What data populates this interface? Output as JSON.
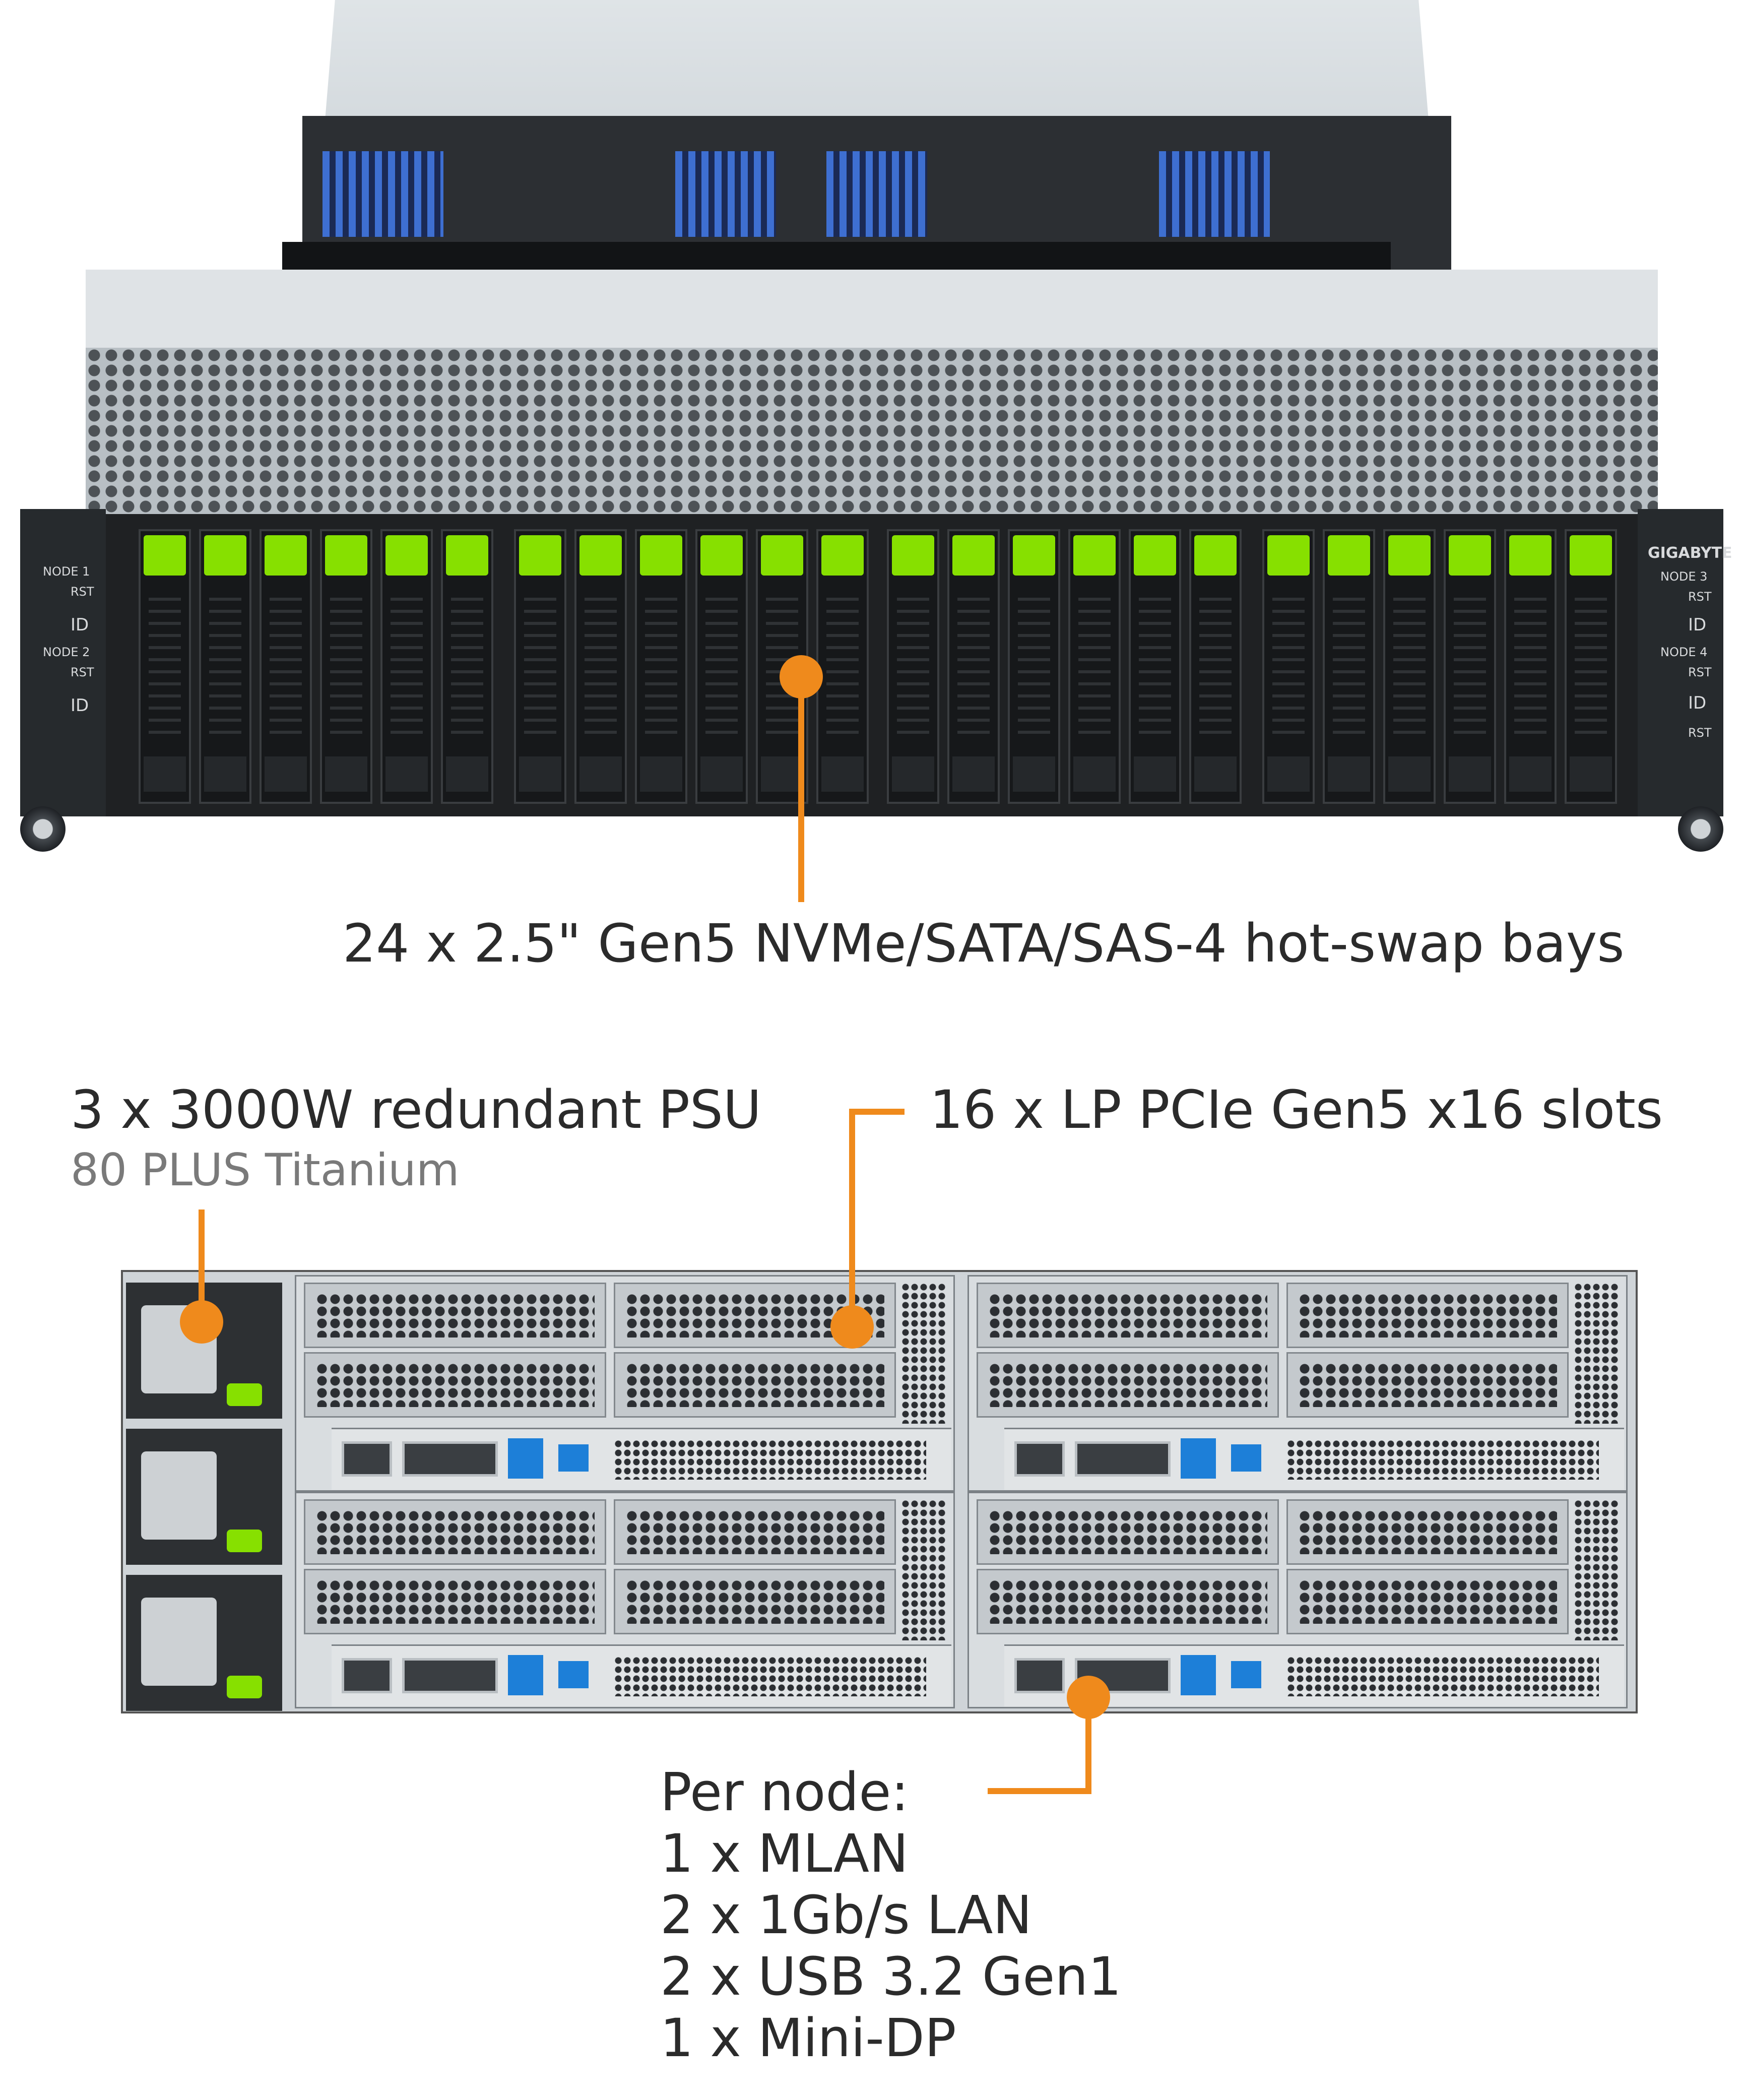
{
  "front": {
    "bays_label": "24 x 2.5\" Gen5 NVMe/SATA/SAS-4 hot-swap bays",
    "brand": "GIGABYTE",
    "ear_left": [
      "NODE 1",
      "RST",
      "ID",
      "NODE 2",
      "RST",
      "ID"
    ],
    "ear_right": [
      "NODE 3",
      "RST",
      "ID",
      "NODE 4",
      "RST",
      "ID",
      "RST"
    ]
  },
  "rear": {
    "psu_title": "3 x 3000W redundant PSU",
    "psu_subtitle": "80 PLUS Titanium",
    "pcie_label": "16 x LP PCIe Gen5 x16 slots",
    "per_node": {
      "heading": "Per node:",
      "items": [
        "1 x MLAN",
        "2 x 1Gb/s LAN",
        "2 x USB 3.2 Gen1",
        "1 x Mini-DP"
      ]
    }
  },
  "colors": {
    "accent": "#ef8a1c",
    "drive_tab": "#87e000",
    "usb_blue": "#1d7fd8"
  }
}
